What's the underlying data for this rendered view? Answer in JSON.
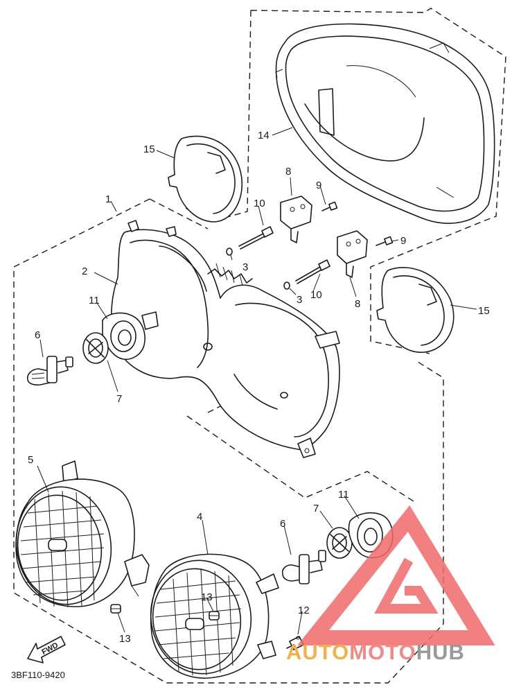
{
  "diagram_code": "3BF110-9420",
  "fwd_label": "FWD",
  "watermark": {
    "part1": "AUTO",
    "part2": "MOTO",
    "part3": "HUB",
    "color1": "#f2b14a",
    "color2": "#ef8a84",
    "color3": "#9a9a9a",
    "logo_color": "#f06a6a"
  },
  "callouts": {
    "c1": "1",
    "c2": "2",
    "c3a": "3",
    "c3b": "3",
    "c4": "4",
    "c5": "5",
    "c6a": "6",
    "c6b": "6",
    "c7a": "7",
    "c7b": "7",
    "c8a": "8",
    "c8b": "8",
    "c9a": "9",
    "c9b": "9",
    "c10a": "10",
    "c10b": "10",
    "c11a": "11",
    "c11b": "11",
    "c12": "12",
    "c13a": "13",
    "c13b": "13",
    "c14": "14",
    "c15a": "15",
    "c15b": "15"
  }
}
